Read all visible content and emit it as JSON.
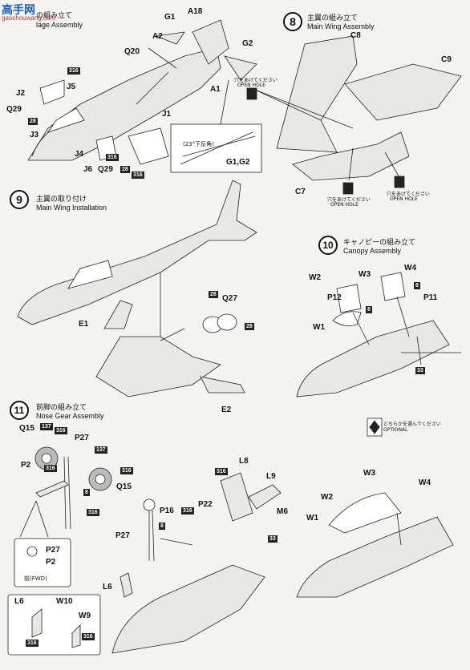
{
  "watermark": {
    "main": "高手网",
    "sub": "gaoshouwang.com"
  },
  "step7": {
    "title_jp": "の組み立て",
    "title_en": "lage Assembly"
  },
  "step8": {
    "num": "8",
    "title_jp": "主翼の組み立て",
    "title_en": "Main Wing Assembly",
    "hole1_jp": "穴をあけてください",
    "hole1_en": "OPEN HOLE",
    "hole2_jp": "穴をあけてください",
    "hole2_en": "OPEN HOLE",
    "hole3_jp": "穴をあけてください",
    "hole3_en": "OPEN HOLE"
  },
  "step9": {
    "num": "9",
    "title_jp": "主翼の取り付け",
    "title_en": "Main Wing Installation"
  },
  "step10": {
    "num": "10",
    "title_jp": "キャノピーの組み立て",
    "title_en": "Canopy Assembly"
  },
  "step11": {
    "num": "11",
    "title_jp": "前脚の組み立て",
    "title_en": "Nose Gear Assembly"
  },
  "inset": {
    "angle": "(23°下反角)",
    "parts": "G1,G2",
    "fwd": "前(FWD)"
  },
  "optional": {
    "jp": "どちらかを選んでください",
    "en": "OPTIONAL"
  },
  "labels": {
    "G1": "G1",
    "A18": "A18",
    "A2": "A2",
    "G2": "G2",
    "Q20": "Q20",
    "A1": "A1",
    "J2": "J2",
    "J5": "J5",
    "Q29a": "Q29",
    "J3": "J3",
    "J1": "J1",
    "J4": "J4",
    "J6": "J6",
    "Q29b": "Q29",
    "C8": "C8",
    "C9": "C9",
    "C7": "C7",
    "E1": "E1",
    "Q27": "Q27",
    "E2": "E2",
    "W2a": "W2",
    "W3a": "W3",
    "W4a": "W4",
    "P12": "P12",
    "P11": "P11",
    "W1a": "W1",
    "Q15a": "Q15",
    "P27a": "P27",
    "P2a": "P2",
    "Q15b": "Q15",
    "P27b": "P27",
    "P2b": "P2",
    "L6a": "L6",
    "W10": "W10",
    "W9": "W9",
    "L8": "L8",
    "L9": "L9",
    "M6": "M6",
    "P16": "P16",
    "P22": "P22",
    "P27c": "P27",
    "L6b": "L6",
    "W2b": "W2",
    "W3b": "W3",
    "W4b": "W4",
    "W1b": "W1"
  },
  "badges": {
    "b316": "316",
    "b28": "28",
    "b137": "137",
    "b8": "8",
    "b33": "33"
  }
}
